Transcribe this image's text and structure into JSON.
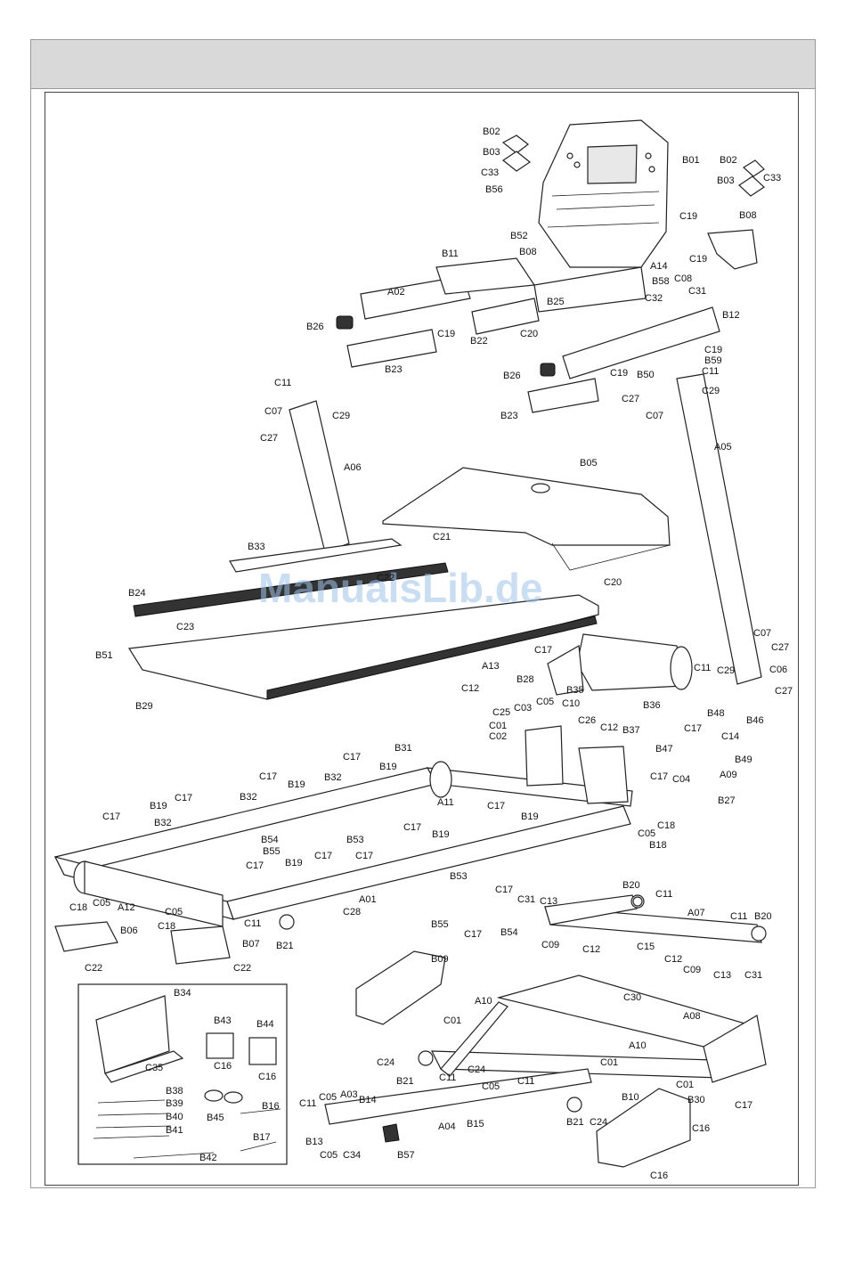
{
  "watermark": "ManualsLib.de",
  "labels": {
    "B02a": "B02",
    "B03a": "B03",
    "C33a": "C33",
    "B01": "B01",
    "B02b": "B02",
    "B03b": "B03",
    "C33b": "C33",
    "B56": "B56",
    "C19a": "C19",
    "B08a": "B08",
    "C19b": "C19",
    "B52": "B52",
    "B11": "B11",
    "B08b": "B08",
    "A14": "A14",
    "A02": "A02",
    "B58": "B58",
    "C08a": "C08",
    "C31a": "C31",
    "C32": "C32",
    "B25": "B25",
    "B12": "B12",
    "B26a": "B26",
    "C19c": "C19",
    "B22": "B22",
    "C20a": "C20",
    "C19d": "C19",
    "B59": "B59",
    "B23a": "B23",
    "B50": "B50",
    "C19e": "C19",
    "C11a": "C11",
    "C29a": "C29",
    "B26b": "B26",
    "C27a": "C27",
    "C07a": "C07",
    "B23b": "B23",
    "C11b": "C11",
    "C07b": "C07",
    "C29b": "C29",
    "C27b": "C27",
    "A06": "A06",
    "A05": "A05",
    "B05": "B05",
    "C21": "C21",
    "B33": "B33",
    "C22a": "C22",
    "C20b": "C20",
    "B24": "B24",
    "C23": "C23",
    "B51": "B51",
    "C07c": "C07",
    "C27c": "C27",
    "C11c": "C11",
    "C29c": "C29",
    "C06": "C06",
    "C27d": "C27",
    "A13": "A13",
    "C17a": "C17",
    "B28": "B28",
    "B29": "B29",
    "B35": "B35",
    "B36": "B36",
    "C12a": "C12",
    "C03": "C03",
    "C05a": "C05",
    "C10": "C10",
    "C25": "C25",
    "C01a": "C01",
    "C02": "C02",
    "C26": "C26",
    "C12b": "C12",
    "B37": "B37",
    "B48": "B48",
    "B46": "B46",
    "C17b": "C17",
    "C14": "C14",
    "B47": "B47",
    "B49": "B49",
    "A09": "A09",
    "C17c": "C17",
    "C04": "C04",
    "B31": "B31",
    "C17d": "C17",
    "B19a": "B19",
    "C17e": "C17",
    "B19b": "B19",
    "B32a": "B32",
    "A11": "A11",
    "B27": "B27",
    "B32b": "B32",
    "B19c": "B19",
    "C17f": "C17",
    "C17g": "C17",
    "B19d": "B19",
    "C17h": "C17",
    "B32c": "B32",
    "C18a": "C18",
    "C05b": "C05",
    "B18": "B18",
    "C17i": "C17",
    "B19e": "B19",
    "B54a": "B54",
    "B53a": "B53",
    "B55a": "B55",
    "C17j": "C17",
    "C17k": "C17",
    "B19f": "B19",
    "C18b": "C18",
    "C05c": "C05",
    "A12": "A12",
    "A01": "A01",
    "B53b": "B53",
    "C17l": "C17",
    "C31b": "C31",
    "C13a": "C13",
    "B20a": "B20",
    "C11d": "C11",
    "A07": "A07",
    "C11e": "C11",
    "B20b": "B20",
    "C05d": "C05",
    "C18c": "C18",
    "C28": "C28",
    "B55b": "B55",
    "C17m": "C17",
    "B54b": "B54",
    "C09a": "C09",
    "C12c": "C12",
    "C15": "C15",
    "C12d": "C12",
    "C09b": "C09",
    "C13b": "C13",
    "C31c": "C31",
    "B06": "B06",
    "C11f": "C11",
    "B21a": "B21",
    "B07": "B07",
    "C22b": "C22",
    "C22c": "C22",
    "B09": "B09",
    "B34": "B34",
    "C30": "C30",
    "A10a": "A10",
    "C01b": "C01",
    "A08": "A08",
    "B43": "B43",
    "B44": "B44",
    "C16a": "C16",
    "C16b": "C16",
    "C35": "C35",
    "A10b": "A10",
    "C01c": "C01",
    "C24a": "C24",
    "B21b": "B21",
    "C11g": "C11",
    "C24b": "C24",
    "C05e": "C05",
    "C01d": "C01",
    "C11h": "C11",
    "B10": "B10",
    "B38": "B38",
    "B39": "B39",
    "B40": "B40",
    "B41": "B41",
    "B45": "B45",
    "B16": "B16",
    "B17": "B17",
    "B42": "B42",
    "C11i": "C11",
    "C05f": "C05",
    "A03": "A03",
    "B14": "B14",
    "B15": "B15",
    "A04": "A04",
    "B13": "B13",
    "C05g": "C05",
    "C34": "C34",
    "B57": "B57",
    "C24c": "C24",
    "B21c": "B21",
    "B30": "B30",
    "C17n": "C17",
    "C16c": "C16",
    "C16d": "C16"
  }
}
